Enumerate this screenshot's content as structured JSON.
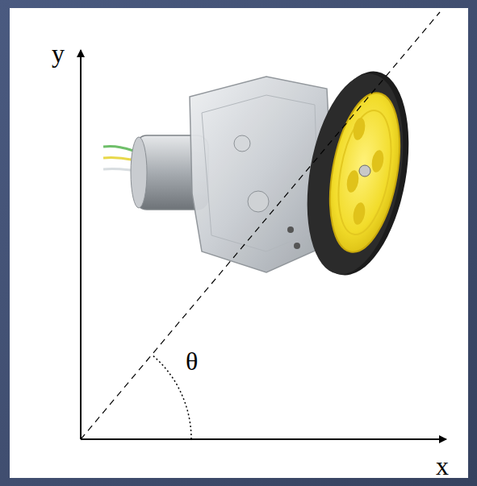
{
  "diagram": {
    "labels": [
      "y",
      "θ",
      "x"
    ]
  }
}
